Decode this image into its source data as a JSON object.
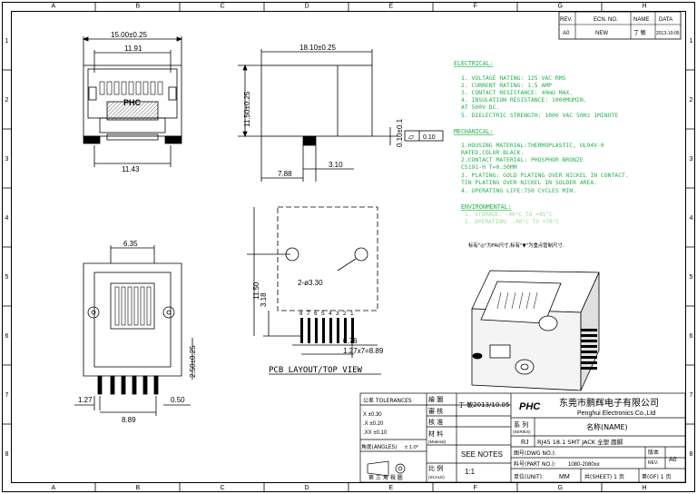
{
  "border": {
    "columns": [
      "A",
      "B",
      "C",
      "D",
      "E",
      "F",
      "G",
      "H"
    ],
    "rows": [
      "1",
      "2",
      "3",
      "4",
      "5",
      "6",
      "7",
      "8"
    ]
  },
  "revision_table": {
    "headers": [
      "REV.",
      "ECN. NO.",
      "NAME",
      "DATA"
    ],
    "row": [
      "A0",
      "NEW",
      "丁  敏",
      "2013-10-05"
    ]
  },
  "top_view": {
    "dims": {
      "width_total": "15.00±0.25",
      "width_inner": "11.91",
      "width_bottom": "11.43"
    },
    "logo": "PHC"
  },
  "side_view": {
    "dims": {
      "width_total": "18.10±0.25",
      "height_total": "11.50±0.25",
      "standoff": "0.10±0.1",
      "left_offset": "7.88",
      "right_offset": "3.10"
    },
    "flatness": {
      "symbol": "▱",
      "value": "0.10"
    }
  },
  "front_view": {
    "dims": {
      "top_width": "6.35",
      "height": "2.50±0.25",
      "pitch_left": "1.27",
      "span": "8.89",
      "right": "0.50"
    }
  },
  "pcb_layout": {
    "title": "PCB LAYOUT/TOP VIEW",
    "hole_label": "2-ø3.30",
    "pin_numbers": [
      "8",
      "7",
      "6",
      "5",
      "4",
      "3",
      "2",
      "1"
    ],
    "dims": {
      "height": "11.50",
      "offset": "3.18",
      "pad_width": "0.76",
      "pitch": "1.27x7=8.89"
    }
  },
  "specs": {
    "electrical_heading": "ELECTRICAL:",
    "electrical": [
      "1. VOLTAGE RATING: 125 VAC RMS",
      "2. CURRENT RATING: 1.5 AMP",
      "3. CONTACT RESISTANCE: 40mΩ MAX.",
      "4. INSULATION RESISTANCE: 1000MΩMIN.",
      "   AT 500V DC.",
      "5. DIELECTRIC STRENGTH: 1000 VAC 50Hz 1MINUTE"
    ],
    "mechanical_heading": "MECHANICAL:",
    "mechanical": [
      "1.HOUSING MATERIAL:THERMOPLASTIC, UL94V-0",
      "  RATED,COLOR BLACK.",
      "2.CONTACT MATERIAL: PHOSPHOR BRONZE",
      "  C5191-H T=0.30MM",
      "3. PLATING: GOLD PLATING OVER NICKEL IN CONTACT.",
      "   TIN PLATING OVER NICKEL IN SOLDER AREA.",
      "4. OPERATING LIFE:750 CYCLES MIN."
    ],
    "environmental_heading": "ENVIRONMENTAL:",
    "environmental": [
      "1. STORAGE: -40°C TO +85°C",
      "2. OPERATION: -40°C TO +70°C"
    ],
    "note": "标有\"◎\"为FAI尺寸,标有\"▼\"为重点管制尺寸."
  },
  "title_block": {
    "tolerance_header": "公差 TOLERANCES",
    "tolerances": [
      "X  ±0.30",
      ".X  ±0.20",
      ".XX ±0.10"
    ],
    "angles_label": "角度(ANGLES)",
    "angles_value": "± 1.0°",
    "projection_label": "第 三 角 視 圖",
    "drawn_label": "繪  圖",
    "drawn_sub": "(Designed)",
    "drawn_value": "丁 敏2013/10.05",
    "checked_label": "審  核",
    "checked_sub": "(Checked)",
    "approved_label": "核  准",
    "approved_sub": "(Approved)",
    "material_label": "材  料",
    "material_sub": "(Material)",
    "material_value": "SEE NOTES",
    "scale_label": "比  例",
    "scale_sub": "(SCALE)",
    "scale_value": "1:1",
    "company_logo": "PHC",
    "company_cn": "东莞市鹏辉电子有限公司",
    "company_en": "Penghui Electronics Co.,Ltd",
    "series_label": "系 列",
    "series_sub": "(SERIES)",
    "series_value": "RJ",
    "name_label": "名称(NAME)",
    "name_value": "RJ45 18.1 SMT JACK 全塑 圆脚",
    "dwg_label": "图号(DWG NO.):",
    "dwg_value": "",
    "part_label": "料号(PART NO.):",
    "part_value": "1080-2080xx",
    "version_label": "版本",
    "version_sub": "REV.",
    "version_value": "A0",
    "unit_label": "单位(UNIT):",
    "unit_value": "MM",
    "sheet_total": "共(SHEET) 1 页",
    "sheet_of": "第(OF) 1 页"
  }
}
